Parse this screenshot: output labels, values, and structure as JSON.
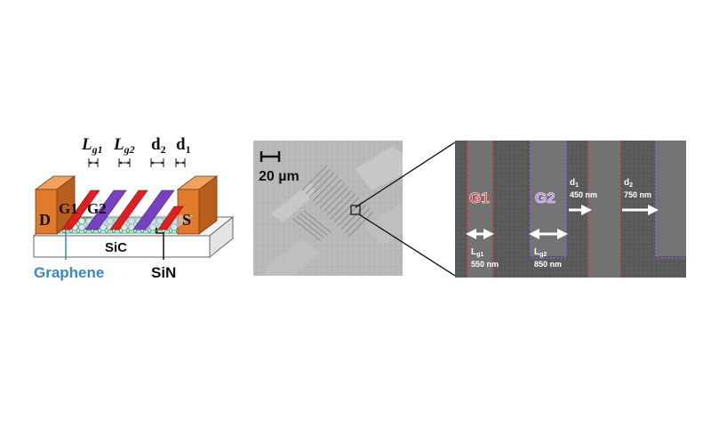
{
  "schematic": {
    "labels": {
      "lg1": "Lg1",
      "lg2": "Lg2",
      "d2": "d2",
      "d1": "d1",
      "drain": "D",
      "source": "S",
      "g1": "G1",
      "g2": "G2",
      "substrate": "SiC",
      "graphene": "Graphene",
      "sin": "SiN"
    },
    "colors": {
      "contact": "#e07b2b",
      "gate_red": "#e02020",
      "gate_purple": "#7b3fc2",
      "graphene_text": "#3a86c8",
      "substrate": "#ffffff"
    }
  },
  "micrograph": {
    "scale_bar": "20 µm"
  },
  "sem": {
    "g1": "G1",
    "g2": "G2",
    "d1_label": "d1",
    "d1_value": "450 nm",
    "d2_label": "d2",
    "d2_value": "750 nm",
    "lg1_label": "Lg1",
    "lg1_value": "550 nm",
    "lg2_label": "Lg2",
    "lg2_value": "850 nm",
    "colors": {
      "g1_outline": "#ff3b3b",
      "g2_outline": "#a05cf0"
    }
  }
}
